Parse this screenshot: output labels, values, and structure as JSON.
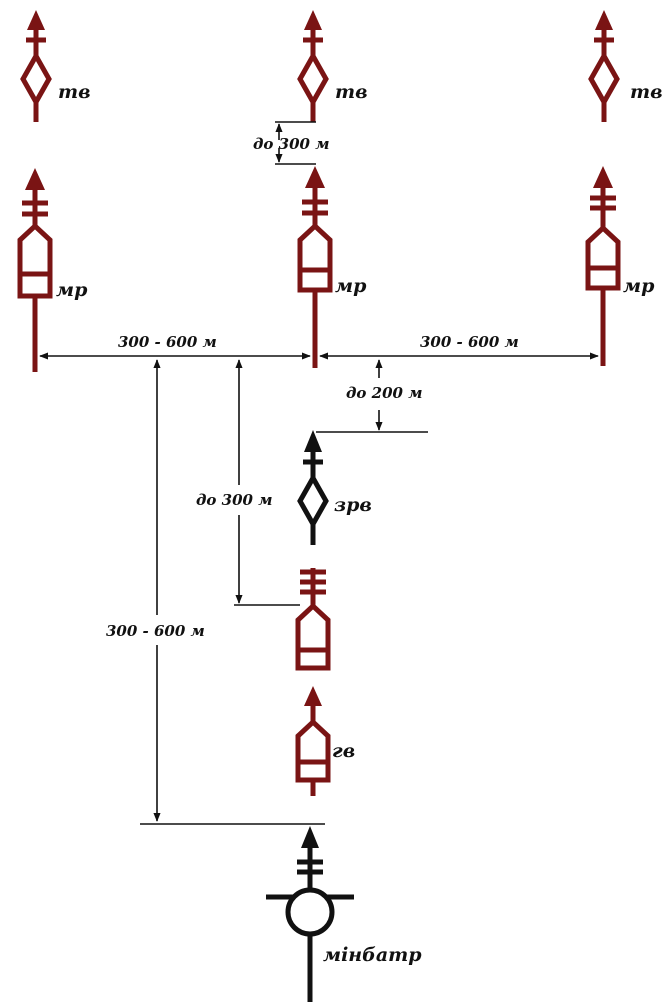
{
  "colors": {
    "unit": "#7a1414",
    "black": "#111111"
  },
  "units": {
    "tv_left": "тв",
    "tv_center": "тв",
    "tv_right": "тв",
    "mr_left": "мр",
    "mr_center": "мр",
    "mr_right": "мр",
    "zrv": "зрв",
    "gv": "гв",
    "minbatr": "мінбатр"
  },
  "dimensions": {
    "tv_to_mr": "до 300 м",
    "mr_left_center": "300 - 600 м",
    "mr_center_right": "300 - 600 м",
    "mr_to_zrv": "до 200 м",
    "mr_to_hq": "до 300 м",
    "mr_to_minbatr": "300 - 600 м"
  }
}
